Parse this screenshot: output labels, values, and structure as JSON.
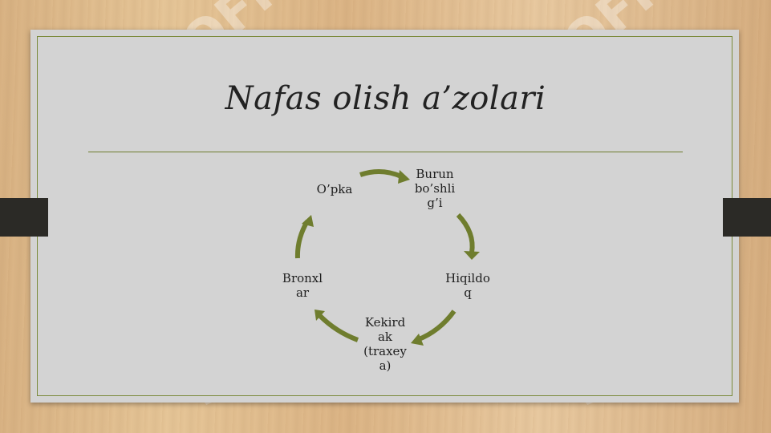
{
  "slide": {
    "title": "Nafas olish a’zolari"
  },
  "cycle": {
    "nodes": [
      "Burun\nbo’shli\ng’i",
      "Hiqildo\nq",
      "Kekird\nak\n(traxey\na)",
      "Bronxl\nar",
      "O’pka"
    ]
  },
  "watermark": {
    "text": "SOFF"
  },
  "colors": {
    "arrow": "#6f7d2e",
    "slide": "#d3d3d3",
    "border": "#7a8a3a",
    "clip": "#2b2a26",
    "watermark_green": "#9fe0bd"
  }
}
